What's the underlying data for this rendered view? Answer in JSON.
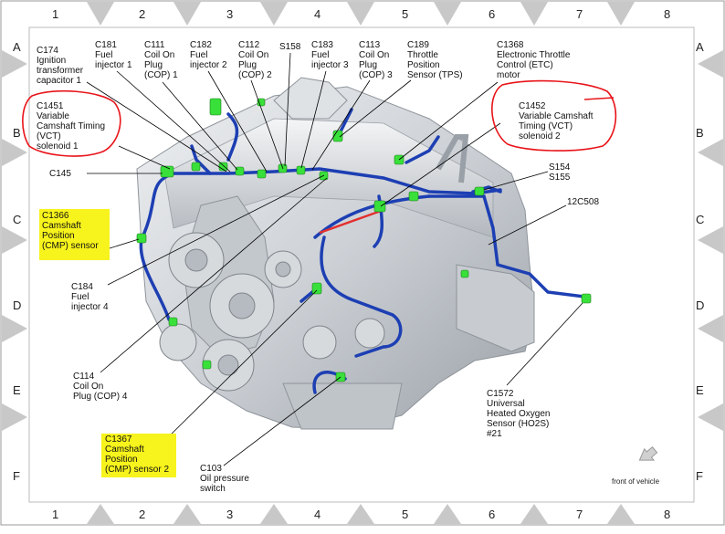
{
  "grid": {
    "columns": [
      "1",
      "2",
      "3",
      "4",
      "5",
      "6",
      "7",
      "8"
    ],
    "rows": [
      "A",
      "B",
      "C",
      "D",
      "E",
      "F"
    ]
  },
  "colors": {
    "harness": "#1d3fb3",
    "connector": "#39e03a",
    "highlight": "#f7f31c",
    "circle": "#e8141a",
    "engine": "#cfd3d8"
  },
  "labels": {
    "c174": "C174\nIgnition\ntransformer\ncapacitor 1",
    "c181": "C181\nFuel\ninjector 1",
    "c111": "C111\nCoil On\nPlug\n(COP) 1",
    "c182": "C182\nFuel\ninjector 2",
    "c112": "C112\nCoil On\nPlug\n(COP) 2",
    "s158": "S158",
    "c183": "C183\nFuel\ninjector 3",
    "c113": "C113\nCoil On\nPlug\n(COP) 3",
    "c189": "C189\nThrottle\nPosition\nSensor (TPS)",
    "c1368": "C1368\nElectronic Throttle\nControl (ETC)\nmotor",
    "c1451": "C1451\nVariable\nCamshaft Timing\n(VCT)\nsolenoid 1",
    "c1452": "C1452\nVariable Camshaft\nTiming (VCT)\nsolenoid 2",
    "c145": "C145",
    "s154": "S154",
    "s155": "S155",
    "c12c508": "12C508",
    "c1366": "C1366\nCamshaft\nPosition\n(CMP) sensor",
    "c184": "C184\nFuel\ninjector 4",
    "c114": "C114\nCoil On\nPlug (COP) 4",
    "c1367": "C1367\nCamshaft\nPosition\n(CMP) sensor 2",
    "c103": "C103\nOil pressure\nswitch",
    "c1572": "C1572\nUniversal\nHeated Oxygen\nSensor (HO2S)\n#21",
    "front": "front of vehicle"
  }
}
